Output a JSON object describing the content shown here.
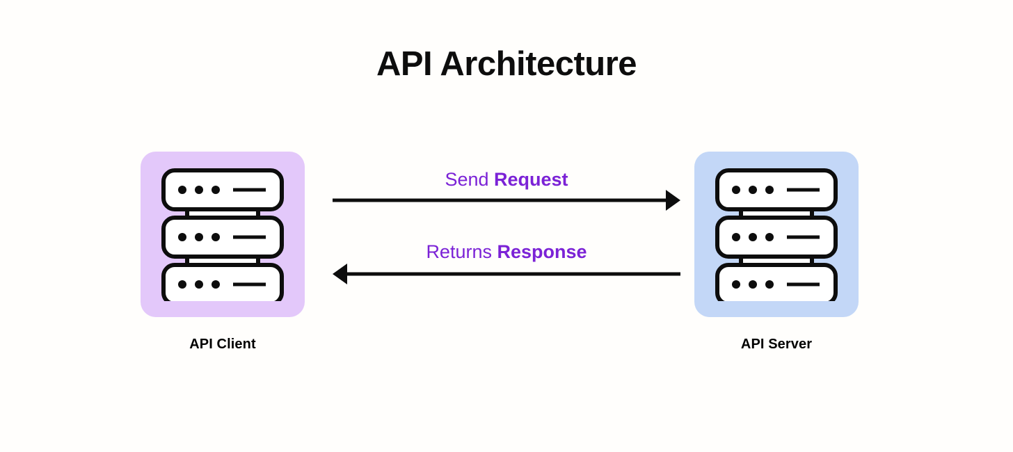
{
  "page": {
    "title": "API Architecture",
    "background_color": "#fffefc"
  },
  "colors": {
    "client_card": "#e3c8fa",
    "server_card": "#c3d7f7",
    "accent_purple": "#7b22d6",
    "stroke_black": "#0d0d0d",
    "title_text": "#0d0d0d",
    "caption_text": "#000000"
  },
  "nodes": [
    {
      "id": "api-client",
      "caption": "API Client",
      "icon": "server-stack-icon",
      "card_color": "#e3c8fa",
      "units": 3,
      "dots_per_unit": 3
    },
    {
      "id": "api-server",
      "caption": "API Server",
      "icon": "server-stack-icon",
      "card_color": "#c3d7f7",
      "units": 3,
      "dots_per_unit": 3
    }
  ],
  "flows": [
    {
      "id": "request",
      "lead": "Send",
      "strong": "Request",
      "direction": "client-to-server",
      "arrowhead": "right"
    },
    {
      "id": "response",
      "lead": "Returns",
      "strong": "Response",
      "direction": "server-to-client",
      "arrowhead": "left"
    }
  ]
}
